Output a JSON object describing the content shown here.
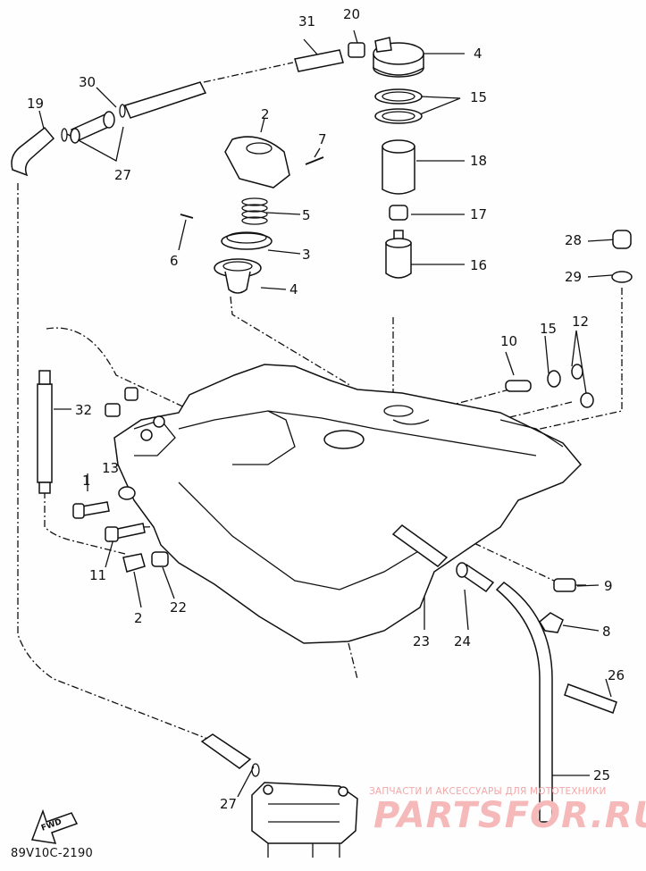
{
  "figure_code": "89V10C-2190",
  "fwd_arrow": "FWD",
  "watermark": {
    "caption": "ЗАПЧАСТИ И АКСЕССУАРЫ ДЛЯ МОТОТЕХНИКИ",
    "logo": "PARTSFOR.RU"
  },
  "callouts": [
    "31",
    "20",
    "4",
    "30",
    "19",
    "15",
    "2",
    "7",
    "18",
    "27",
    "5",
    "17",
    "6",
    "3",
    "4",
    "16",
    "28",
    "29",
    "10",
    "15",
    "12",
    "32",
    "13",
    "1",
    "11",
    "2",
    "22",
    "9",
    "23",
    "24",
    "8",
    "26",
    "25",
    "27"
  ]
}
